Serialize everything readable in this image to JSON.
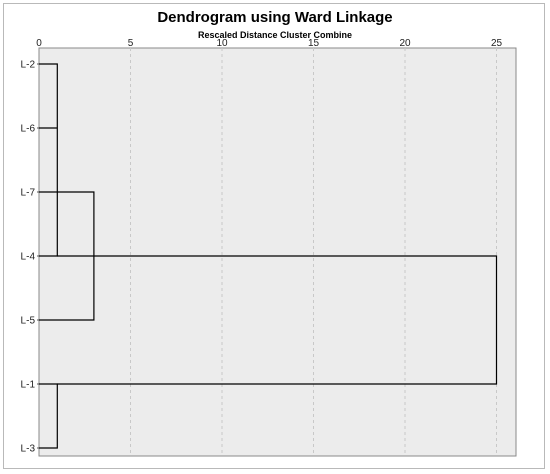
{
  "chart_data": {
    "type": "dendrogram",
    "title": "Dendrogram using Ward Linkage",
    "subtitle": "Rescaled Distance Cluster Combine",
    "x_ticks": [
      0,
      5,
      10,
      15,
      20,
      25
    ],
    "xlim": [
      0,
      26
    ],
    "grid": true,
    "leaves": [
      "L-2",
      "L-6",
      "L-7",
      "L-4",
      "L-5",
      "L-1",
      "L-3"
    ],
    "merges": [
      {
        "a": "L-2",
        "b": "L-4",
        "distance": 1.0
      },
      {
        "a": "L-1",
        "b": "L-3",
        "distance": 1.0
      },
      {
        "a": "L-7",
        "b": "L-5",
        "distance": 3.0
      },
      {
        "a": "cluster(L-2,L-6,L-4)",
        "b": "cluster(L-7,L-5)",
        "distance": 3.0
      },
      {
        "a": "cluster(L-2,L-6,L-7,L-4,L-5)",
        "b": "cluster(L-1,L-3)",
        "distance": 25.0
      }
    ],
    "colors": {
      "plot_bg": "#ececec",
      "line": "#000000",
      "grid": "#c8c8c8"
    }
  }
}
